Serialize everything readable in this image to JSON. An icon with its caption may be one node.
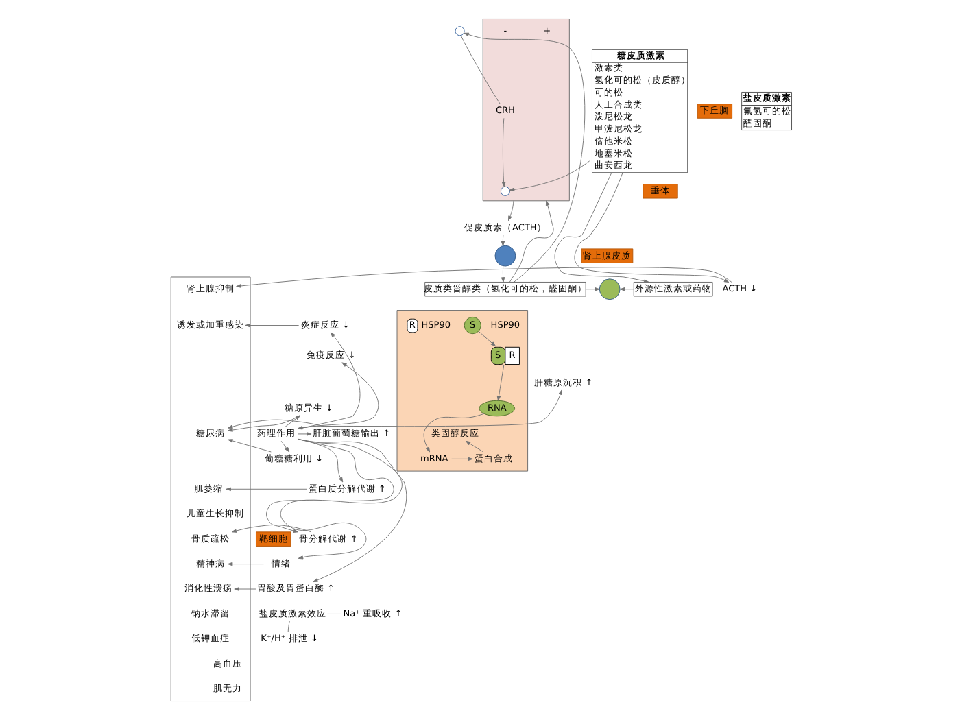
{
  "diagram": {
    "nodes": [
      {
        "text": [],
        "shape": "box"
      },
      {
        "text": [],
        "shape": "circle"
      },
      {
        "text": [
          "CRH"
        ],
        "in": 0
      },
      {
        "text": [],
        "shape": "circle",
        "in": 0
      },
      {
        "text": [
          "垂体"
        ]
      },
      {
        "text": [
          "下丘脑"
        ]
      },
      {
        "text": [
          "促皮质素（ACTH）"
        ]
      },
      {
        "text": [],
        "shape": "circle"
      },
      {
        "text": [
          "肾上腺皮质"
        ]
      },
      {
        "text": [
          "皮质类甾醇类（氢化可的松，醛固酮）"
        ]
      },
      {
        "text": [],
        "shape": "circle"
      },
      {
        "text": [
          "外源性激素或药物"
        ]
      },
      {
        "text": [
          "糖皮质激素",
          "激素类",
          "氢化可的松（皮质醇）",
          "可的松",
          "人工合成类",
          "泼尼松龙",
          "甲泼尼松龙",
          "倍他米松",
          "地塞米松",
          "曲安西龙"
        ]
      },
      {
        "text": [
          "盐皮质激素",
          "氟氢可的松",
          "醛固酮"
        ]
      },
      {
        "text": [],
        "shape": "box"
      },
      {
        "text": [
          "HSP90"
        ],
        "in": 14
      },
      {
        "text": [
          "S"
        ],
        "in": 14
      },
      {
        "text": [
          "R"
        ],
        "in": 14,
        "beside": [
          "HSP90"
        ]
      },
      {
        "text": [
          "S",
          "R"
        ],
        "in": 14
      },
      {
        "text": [
          "RNA"
        ],
        "in": 14
      },
      {
        "text": [
          "mRNA"
        ],
        "in": 14
      },
      {
        "text": [
          "蛋白合成"
        ],
        "in": 14
      },
      {
        "text": [
          "类固醇反应"
        ],
        "in": 14
      },
      {
        "text": [
          "靶细胞"
        ]
      },
      {
        "text": [
          "药理作用"
        ]
      },
      {
        "text": [
          "ACTH ↓"
        ]
      },
      {
        "text": [
          "炎症反应 ↓"
        ]
      },
      {
        "text": [
          "免疫反应 ↓"
        ]
      },
      {
        "text": [
          "肝糖原沉积 ↑"
        ]
      },
      {
        "text": [
          "糖原异生 ↓"
        ]
      },
      {
        "text": [
          "肝脏葡萄糖输出 ↑"
        ]
      },
      {
        "text": [
          "葡糖糖利用 ↓"
        ]
      },
      {
        "text": [
          "蛋白质分解代谢 ↑"
        ]
      },
      {
        "text": [
          "骨分解代谢 ↑"
        ]
      },
      {
        "text": [
          "情绪"
        ]
      },
      {
        "text": [
          "胃酸及胃蛋白酶 ↑"
        ]
      },
      {
        "text": [
          "盐皮质激素效应"
        ]
      },
      {
        "text": [
          "Na⁺ 重吸收 ↑"
        ]
      },
      {
        "text": [
          "K⁺/H⁺ 排泄 ↓"
        ]
      },
      {
        "text": [],
        "shape": "box"
      },
      {
        "text": [
          "肾上腺抑制"
        ],
        "in": 39
      },
      {
        "text": [
          "诱发或加重感染"
        ],
        "in": 39
      },
      {
        "text": [
          "糖尿病"
        ],
        "in": 39
      },
      {
        "text": [
          "肌萎缩"
        ],
        "in": 39
      },
      {
        "text": [
          "儿童生长抑制"
        ],
        "in": 39
      },
      {
        "text": [
          "骨质疏松"
        ],
        "in": 39
      },
      {
        "text": [
          "精神病"
        ],
        "in": 39
      },
      {
        "text": [
          "消化性溃疡"
        ],
        "in": 39
      },
      {
        "text": [
          "钠水滞留"
        ],
        "in": 39
      },
      {
        "text": [
          "低钾血症"
        ],
        "in": 39
      },
      {
        "text": [
          "高血压"
        ],
        "in": 39
      },
      {
        "text": [
          "肌无力"
        ],
        "in": 39
      }
    ],
    "edges": [
      {
        "from": 9,
        "to": 1,
        "arrow": "to",
        "label": "–"
      },
      {
        "from": 9,
        "to": 0,
        "arrow": "to",
        "label": "–"
      },
      {
        "from": 1,
        "to": 2,
        "arrow": "none"
      },
      {
        "from": 2,
        "to": 3,
        "arrow": "to"
      },
      {
        "from": 12,
        "to": 3,
        "arrow": "to"
      },
      {
        "from": 0,
        "to": 6,
        "arrow": "to"
      },
      {
        "from": 6,
        "to": 7,
        "arrow": "to"
      },
      {
        "from": 7,
        "to": 9,
        "arrow": "to"
      },
      {
        "from": 9,
        "to": 10,
        "arrow": "to"
      },
      {
        "from": 11,
        "to": 10,
        "arrow": "to"
      },
      {
        "from": 12,
        "to": 11,
        "arrow": "to"
      },
      {
        "from": 12,
        "to": 25,
        "arrow": "to"
      },
      {
        "from": 16,
        "to": 18,
        "arrow": "to"
      },
      {
        "from": 18,
        "to": 19,
        "arrow": "to"
      },
      {
        "from": 19,
        "to": 20,
        "arrow": "to"
      },
      {
        "from": 20,
        "to": 21,
        "arrow": "to"
      },
      {
        "from": 21,
        "to": 22,
        "arrow": "to"
      },
      {
        "from": 14,
        "to": 24,
        "arrow": "to"
      },
      {
        "from": 24,
        "to": 26,
        "arrow": "to"
      },
      {
        "from": 24,
        "to": 27,
        "arrow": "to"
      },
      {
        "from": 24,
        "to": 28,
        "arrow": "to"
      },
      {
        "from": 24,
        "to": 29,
        "arrow": "to"
      },
      {
        "from": 24,
        "to": 30,
        "arrow": "to"
      },
      {
        "from": 24,
        "to": 31,
        "arrow": "to"
      },
      {
        "from": 24,
        "to": 32,
        "arrow": "to"
      },
      {
        "from": 24,
        "to": 33,
        "arrow": "to"
      },
      {
        "from": 24,
        "to": 34,
        "arrow": "to"
      },
      {
        "from": 24,
        "to": 35,
        "arrow": "to"
      },
      {
        "from": 25,
        "to": 40,
        "arrow": "to"
      },
      {
        "from": 26,
        "to": 41,
        "arrow": "to"
      },
      {
        "from": 29,
        "to": 42,
        "arrow": "to"
      },
      {
        "from": 30,
        "to": 42,
        "arrow": "to"
      },
      {
        "from": 31,
        "to": 42,
        "arrow": "to"
      },
      {
        "from": 32,
        "to": 43,
        "arrow": "to"
      },
      {
        "from": 33,
        "to": 45,
        "arrow": "to"
      },
      {
        "from": 34,
        "to": 46,
        "arrow": "to"
      },
      {
        "from": 35,
        "to": 47,
        "arrow": "to"
      },
      {
        "from": 36,
        "to": 37,
        "arrow": "none"
      },
      {
        "from": 36,
        "to": 38,
        "arrow": "none"
      }
    ],
    "labels": [
      "+",
      "-"
    ]
  }
}
